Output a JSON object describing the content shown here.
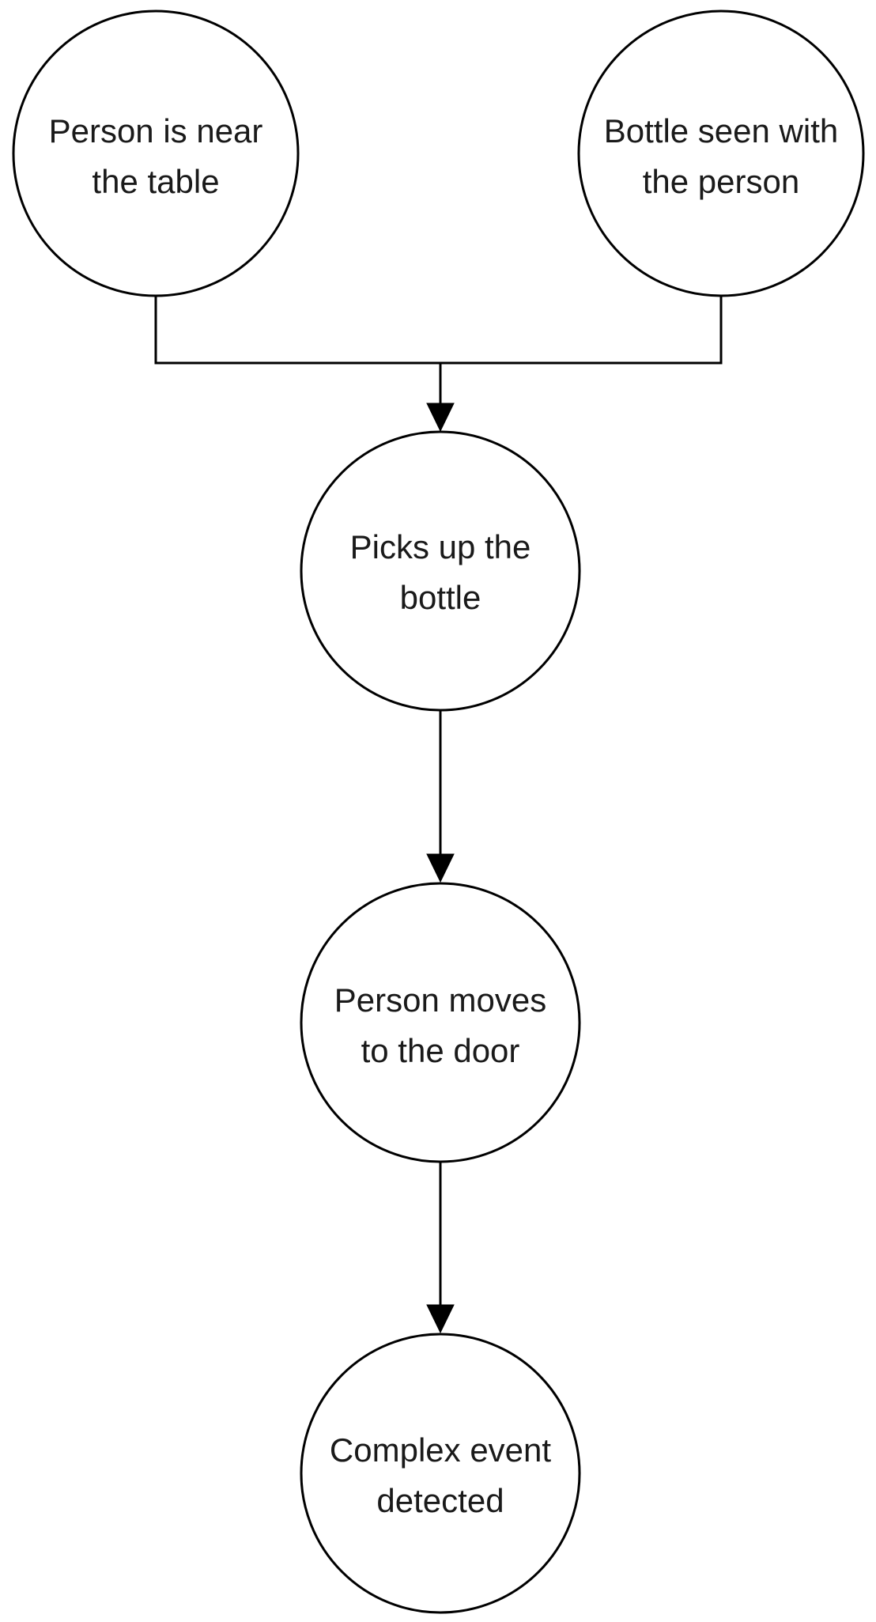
{
  "diagram": {
    "nodes": [
      {
        "id": "near-table",
        "lines": [
          "Person is near",
          "the table"
        ]
      },
      {
        "id": "bottle-seen",
        "lines": [
          "Bottle seen with",
          "the person"
        ]
      },
      {
        "id": "picks-up",
        "lines": [
          "Picks up the",
          "bottle"
        ]
      },
      {
        "id": "moves-door",
        "lines": [
          "Person moves",
          "to the door"
        ]
      },
      {
        "id": "complex-event",
        "lines": [
          "Complex event",
          "detected"
        ]
      }
    ],
    "edges": [
      {
        "from": "near-table",
        "to": "picks-up"
      },
      {
        "from": "bottle-seen",
        "to": "picks-up"
      },
      {
        "from": "picks-up",
        "to": "moves-door"
      },
      {
        "from": "moves-door",
        "to": "complex-event"
      }
    ]
  }
}
